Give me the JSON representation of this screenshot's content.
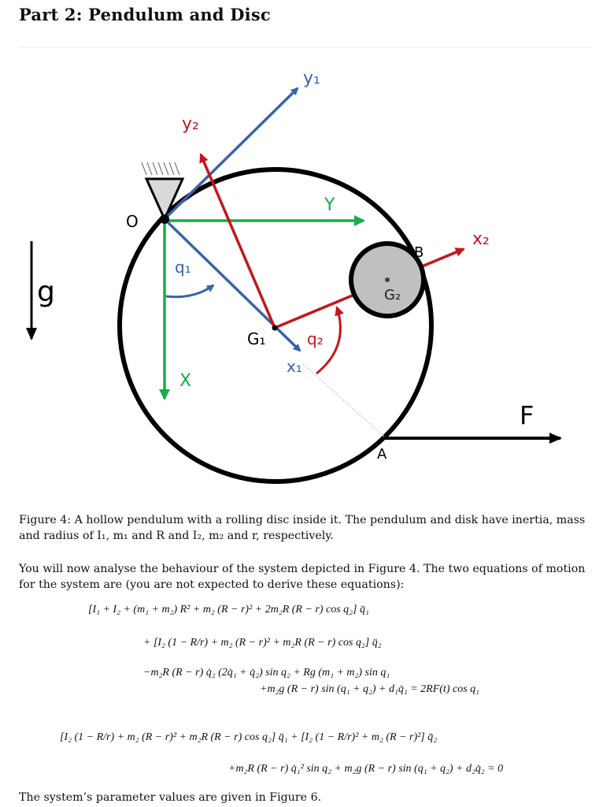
{
  "title": "Part 2: Pendulum and Disc",
  "figure": {
    "labels": {
      "y1": "y₁",
      "y2": "y₂",
      "O": "O",
      "Y": "Y",
      "B": "B",
      "x2": "x₂",
      "q1": "q₁",
      "G2": "G₂",
      "g": "g",
      "G1": "G₁",
      "q2": "q₂",
      "x1": "x₁",
      "X": "X",
      "F": "F",
      "A": "A"
    },
    "colors": {
      "blue": "#3a64a8",
      "red": "#c4161c",
      "green": "#1aab4b",
      "disc_fill": "#c0c0c0",
      "support_fill": "#d9d9d9",
      "black": "#000000"
    }
  },
  "caption": "Figure 4: A hollow pendulum with a rolling disc inside it. The pendulum and disk have inertia, mass and radius of I₁, m₁ and R and I₂, m₂ and r, respectively.",
  "paragraph": "You will now analyse the behaviour of the system depicted in Figure 4. The two equations of motion for the system are (you are not expected to derive these equations):",
  "equations": {
    "eq1_line1": "[I₁ + I₂ + (m₁ + m₂) R² + m₂ (R − r)² + 2m₂R (R − r) cos q₂] q̈₁",
    "eq1_line2": "+ [I₂ (1 − R/r) + m₂ (R − r)² + m₂R (R − r) cos q₂] q̈₂",
    "eq1_line3": "−m₂R (R − r) q̇₂ (2q̇₁ + q̇₂) sin q₂ + Rg (m₁ + m₂) sin q₁",
    "eq1_line4": "+m₂g (R − r) sin (q₁ + q₂) + d₁q̇₁ = 2RF(t) cos q₁",
    "eq2_line1": "[I₂ (1 − R/r) + m₂ (R − r)² + m₂R (R − r) cos q₂] q̈₁ + [I₂ (1 − R/r)² + m₂ (R − r)²] q̈₂",
    "eq2_line2": "+m₂R (R − r) q̇₁² sin q₂ + m₂g (R − r) sin (q₁ + q₂) + d₂q̇₂ = 0"
  },
  "footer": "The system’s parameter values are given in Figure 6."
}
